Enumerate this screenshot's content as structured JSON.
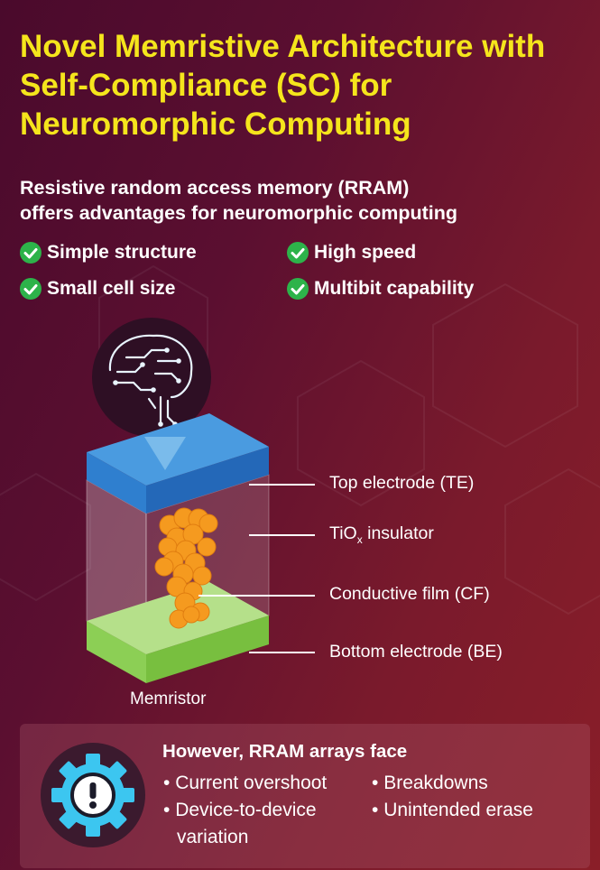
{
  "title": "Novel Memristive Architecture with Self-Compliance (SC) for Neuromorphic Computing",
  "subtitle_line1": "Resistive random access memory (RRAM)",
  "subtitle_line2": "offers advantages for neuromorphic computing",
  "advantages": [
    "Simple structure",
    "High speed",
    "Small cell size",
    "Multibit capability"
  ],
  "diagram": {
    "labels": {
      "te": "Top electrode (TE)",
      "insulator_main": "TiO",
      "insulator_sub": "x",
      "insulator_rest": " insulator",
      "cf": "Conductive film (CF)",
      "be": "Bottom electrode (BE)"
    },
    "device_label": "Memristor"
  },
  "issues": {
    "title": "However, RRAM arrays face",
    "items": [
      "Current overshoot",
      "Breakdowns",
      "Device-to-device",
      "variation",
      "Unintended erase"
    ]
  },
  "colors": {
    "title": "#f5e51c",
    "check": "#2db34a",
    "top_electrode": "#2f7fcf",
    "bottom_electrode": "#8ccf55",
    "filament": "#f59a1f",
    "gear": "#3cc6f0"
  },
  "icons": [
    "check-icon",
    "brain-circuit-icon",
    "gear-warning-icon"
  ]
}
